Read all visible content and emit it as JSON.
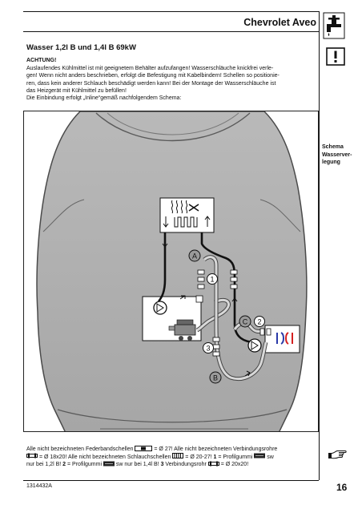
{
  "header": {
    "title": "Chevrolet Aveo"
  },
  "section": {
    "title": "Wasser 1,2l B und 1,4l B 69kW"
  },
  "caution": {
    "heading": "ACHTUNG!",
    "lines": [
      "Auslaufendes Kühlmittel ist mit geeignetem Behälter aufzufangen! Wasserschläuche knickfrei verle-",
      "gen! Wenn nicht anders beschrieben, erfolgt die Befestigung mit Kabelbindern! Schellen so positionie-",
      "ren, dass kein anderer Schlauch beschädigt werden kann! Bei der Montage der Wasserschläuche ist",
      "das Heizgerät mit Kühlmittel zu befüllen!",
      "Die Einbindung erfolgt „Inline“gemäß nachfolgendem Schema:"
    ]
  },
  "sidebar": {
    "caption_lines": [
      "Schema",
      "Wasserver-",
      "legung"
    ]
  },
  "diagram": {
    "labels": {
      "a": "A",
      "b": "B",
      "c": "C",
      "one": "1",
      "two": "2",
      "three": "3"
    }
  },
  "legend": {
    "l1a": "Alle nicht bezeichneten Federbandschellen",
    "l1b": "= Ø 27! Alle nicht bezeichneten Verbindungsrohre",
    "l2a": "= Ø 18x20! Alle nicht bezeichneten Schlauchschellen",
    "l2b": "= Ø 20-27!",
    "l2c_num": "1",
    "l2c": "= Profilgummi",
    "l2d": "sw",
    "l3a": "nur bei 1,2l B!",
    "l3b_num": "2",
    "l3b": "= Profilgummi",
    "l3c": "sw nur bei 1,4l B!",
    "l3d_num": "3",
    "l3d": "Verbindungsrohr",
    "l3e": "= Ø 20x20!"
  },
  "footer": {
    "doc_number": "1314432A",
    "page_number": "16"
  }
}
